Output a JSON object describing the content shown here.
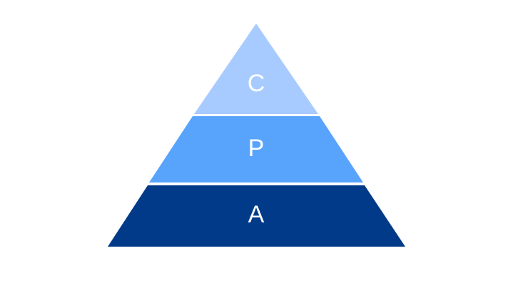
{
  "pyramid": {
    "tiers": [
      {
        "label": "C",
        "color": "#a8cbff"
      },
      {
        "label": "P",
        "color": "#58a4fc"
      },
      {
        "label": "A",
        "color": "#003a88"
      }
    ],
    "separator_color": "#ffffff",
    "text_color": "#ffffff"
  }
}
